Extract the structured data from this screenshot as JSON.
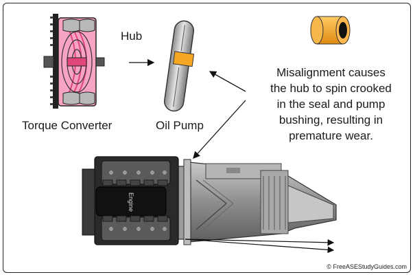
{
  "labels": {
    "hub": "Hub",
    "torque_converter": "Torque Converter",
    "oil_pump": "Oil Pump",
    "caption_lines": [
      "Misalignment causes",
      "the hub to spin crooked",
      "in the seal and pump",
      "bushing, resulting in",
      "premature wear."
    ],
    "engine": "Engine",
    "credit": "© FreeASEStudyGuides.com"
  },
  "colors": {
    "torque_converter_accent": "#e0457b",
    "bushing": "#f5a623",
    "engine_block": "#1a1a1a",
    "transmission": "#9a9a9a"
  },
  "icons": [
    "torque-converter-icon",
    "oil-pump-icon",
    "bushing-icon",
    "engine-transmission-icon"
  ]
}
